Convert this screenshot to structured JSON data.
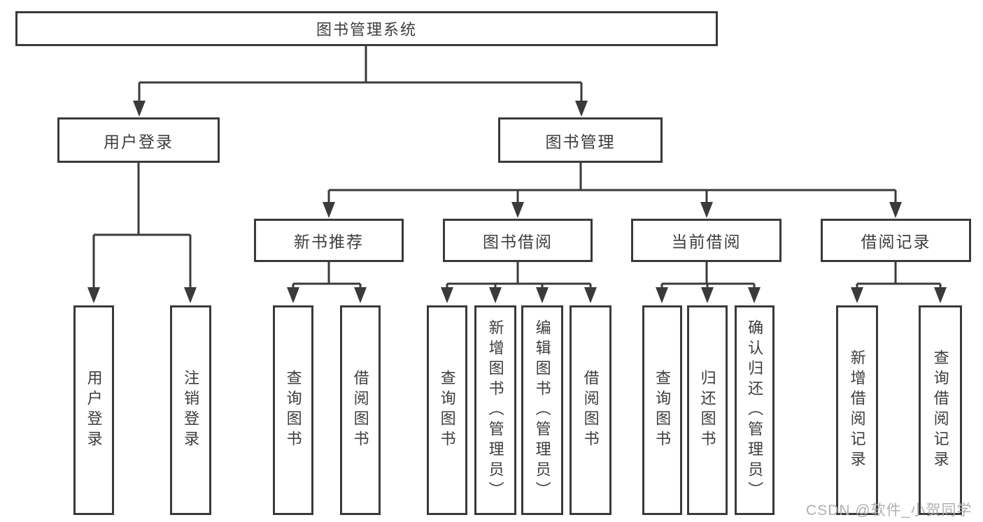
{
  "diagram": {
    "title_node": {
      "label": "图书管理系统"
    },
    "level1": [
      {
        "label": "用户登录"
      },
      {
        "label": "图书管理"
      }
    ],
    "level2": [
      {
        "label": "新书推荐"
      },
      {
        "label": "图书借阅"
      },
      {
        "label": "当前借阅"
      },
      {
        "label": "借阅记录"
      }
    ],
    "leaves": {
      "user_login": [
        {
          "label": "用户登录"
        },
        {
          "label": "注销登录"
        }
      ],
      "new_book": [
        {
          "label": "查询图书"
        },
        {
          "label": "借阅图书"
        }
      ],
      "book_borrow": [
        {
          "label": "查询图书"
        },
        {
          "label": "新增图书（管理员）"
        },
        {
          "label": "编辑图书（管理员）"
        },
        {
          "label": "借阅图书"
        }
      ],
      "current_borrow": [
        {
          "label": "查询图书"
        },
        {
          "label": "归还图书"
        },
        {
          "label": "确认归还（管理员）"
        }
      ],
      "borrow_records": [
        {
          "label": "新增借阅记录"
        },
        {
          "label": "查询借阅记录"
        }
      ]
    }
  },
  "watermark": "CSDN @软件_小贺同学",
  "colors": {
    "line": "#3a3a3a",
    "text": "#3d3d3d",
    "watermark": "#b0b0b0"
  }
}
